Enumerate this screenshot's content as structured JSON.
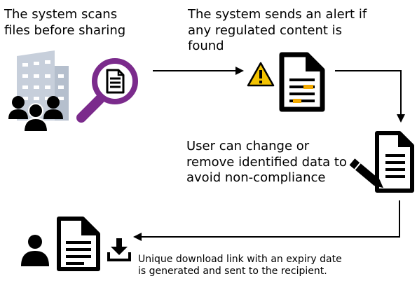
{
  "steps": {
    "scan": {
      "text": [
        "The system scans",
        "files before sharing"
      ]
    },
    "alert": {
      "text": [
        "The system sends an alert if",
        "any regulated content is",
        "found"
      ]
    },
    "edit": {
      "text": [
        "User can change or",
        "remove identified data to",
        "avoid non-compliance"
      ]
    },
    "download": {
      "text": [
        "Unique download link with an expiry date",
        "is generated and sent to the recipient."
      ]
    }
  },
  "icons": [
    "building-icon",
    "users-icon",
    "magnifier-document-icon",
    "warning-icon",
    "flagged-document-icon",
    "editing-document-icon",
    "user-icon",
    "document-icon",
    "download-icon"
  ],
  "colors": {
    "building": "#c7cfdb",
    "magnifier": "#7b2b8c",
    "warning": "#f2c200",
    "highlight": "#f2a900",
    "ink": "#000000"
  }
}
